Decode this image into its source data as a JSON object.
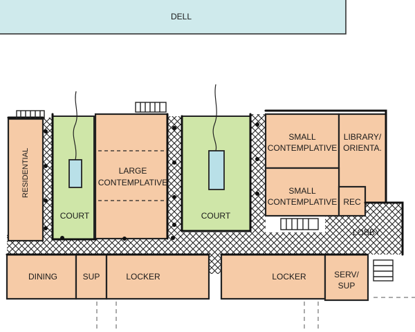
{
  "colors": {
    "dell": "#cfeaec",
    "room": "#f6cba7",
    "court": "#cfe6a8",
    "water": "#b9e0e8",
    "circulation": "#ffffff"
  },
  "labels": {
    "dell": "DELL",
    "residential": "RESIDENTIAL",
    "court_left": "COURT",
    "court_right": "COURT",
    "large_contemplative_1": "LARGE",
    "large_contemplative_2": "CONTEMPLATIVE",
    "small_contemplative_top_1": "SMALL",
    "small_contemplative_top_2": "CONTEMPLATIVE",
    "small_contemplative_bottom_1": "SMALL",
    "small_contemplative_bottom_2": "CONTEMPLATIVE",
    "library_1": "LIBRARY/",
    "library_2": "ORIENTA.",
    "rec": "REC",
    "lobby": "LOBBY",
    "dining": "DINING",
    "sup": "SUP",
    "locker_left": "LOCKER",
    "locker_right": "LOCKER",
    "serv_sup_1": "SERV/",
    "serv_sup_2": "SUP"
  }
}
